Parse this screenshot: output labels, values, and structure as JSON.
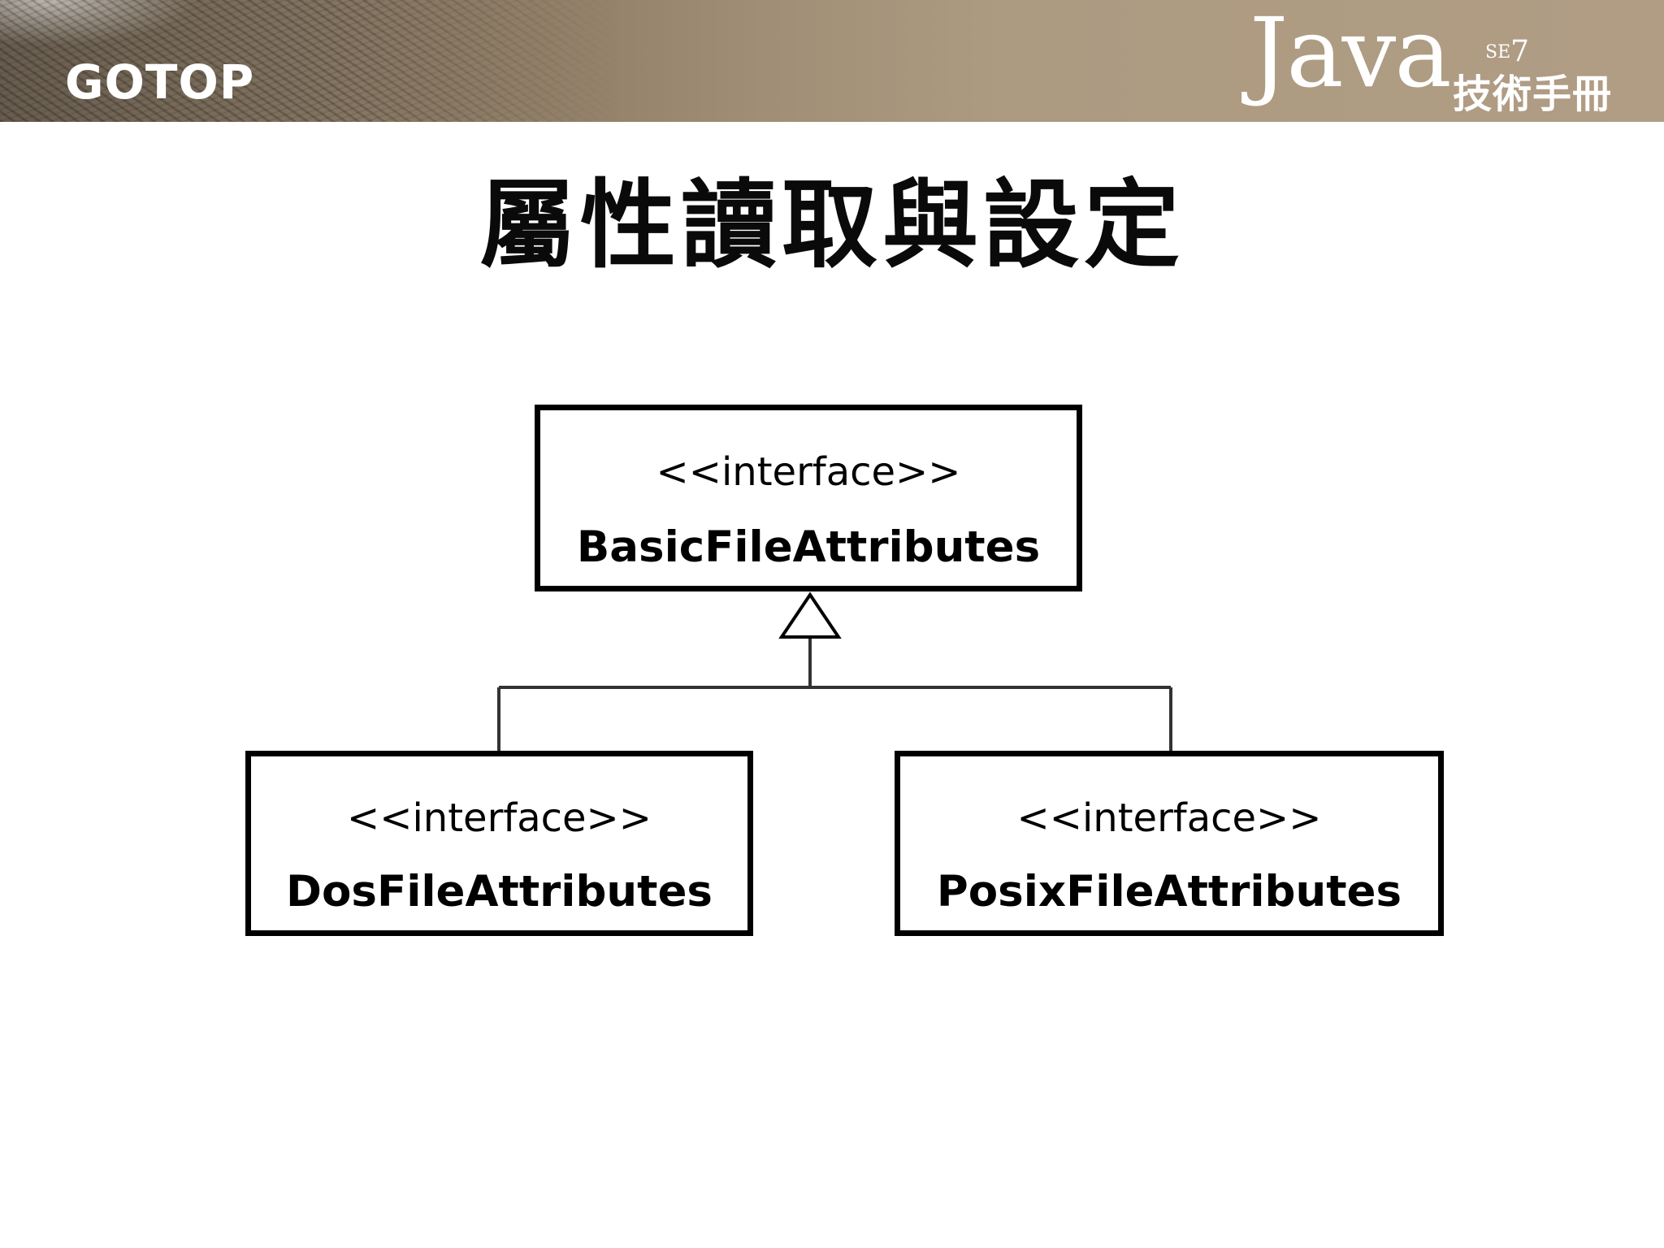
{
  "header": {
    "publisher_logo": "GOTOP",
    "brand": {
      "java": "Java",
      "edition_prefix": "SE",
      "edition_number": "7",
      "subtitle": "技術手冊"
    }
  },
  "slide": {
    "title": "屬性讀取與設定"
  },
  "diagram": {
    "parent": {
      "stereotype": "<<interface>>",
      "name": "BasicFileAttributes"
    },
    "children": [
      {
        "stereotype": "<<interface>>",
        "name": "DosFileAttributes"
      },
      {
        "stereotype": "<<interface>>",
        "name": "PosixFileAttributes"
      }
    ],
    "relationship": "generalization"
  }
}
